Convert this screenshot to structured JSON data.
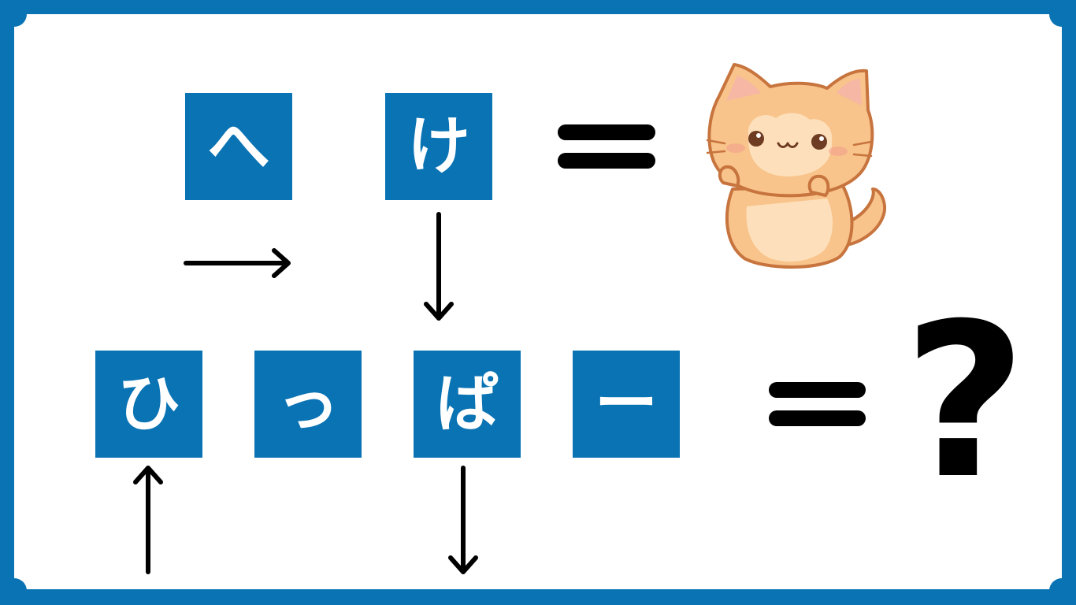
{
  "colors": {
    "frame": "#0a73b3",
    "tile": "#0a73b3",
    "tile_text": "#ffffff",
    "arrow": "#000000"
  },
  "puzzle": {
    "example": {
      "tiles": [
        "へ",
        "け"
      ],
      "result_icon": "cat-icon"
    },
    "question": {
      "tiles": [
        "ひ",
        "っ",
        "ぱ",
        "ー"
      ],
      "result": "?"
    },
    "arrows": [
      {
        "tile": "へ",
        "direction": "right"
      },
      {
        "tile": "け",
        "direction": "down"
      },
      {
        "tile": "ひ",
        "direction": "up"
      },
      {
        "tile": "ぱ",
        "direction": "down"
      }
    ]
  }
}
